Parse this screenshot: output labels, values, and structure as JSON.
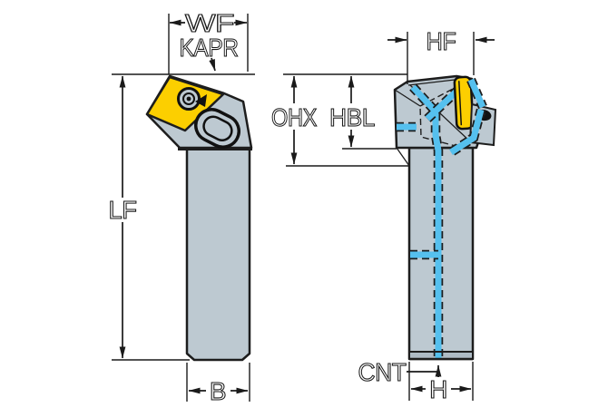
{
  "drawing": {
    "kind": "tool-holder-dimension-drawing",
    "front_view": {
      "labels": {
        "wf": "WF",
        "kapr": "KAPR",
        "lf": "LF",
        "b": "B"
      }
    },
    "side_view": {
      "labels": {
        "hf": "HF",
        "ohx": "OHX",
        "hbl": "HBL",
        "cnt": "CNT",
        "h": "H"
      }
    },
    "colors": {
      "outline": "#1d1d1d",
      "dimension_lines": "#1a1a1a",
      "body_gray": "#bdc9d1",
      "body_shadow_gray": "#aebbc5",
      "insert_yellow": "#fccf00",
      "coolant_blue": "#55c0ee",
      "background": "#ffffff"
    }
  }
}
